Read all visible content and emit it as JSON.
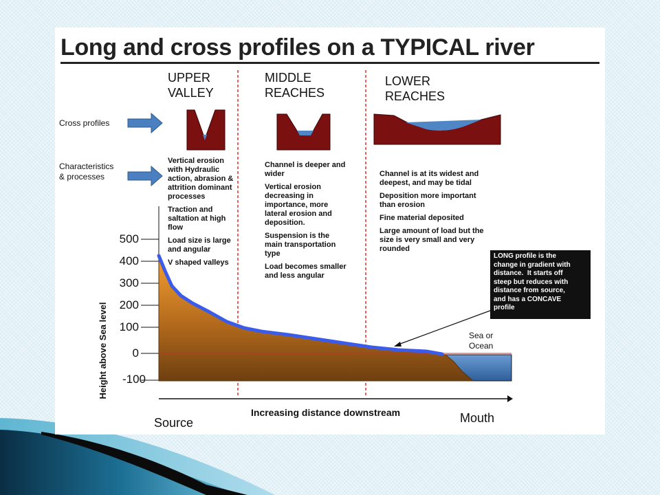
{
  "title": "Long and cross profiles on a TYPICAL river",
  "sections": {
    "upper": "UPPER\nVALLEY",
    "middle": "MIDDLE\nREACHES",
    "lower": "LOWER\nREACHES"
  },
  "side_labels": {
    "cross_profiles": "Cross profiles",
    "characteristics": "Characteristics\n& processes"
  },
  "characteristics": {
    "upper": [
      "Vertical erosion\nwith Hydraulic\naction, abrasion &\nattrition dominant\nprocesses",
      "Traction and\nsaltation at high\nflow",
      "Load size is large\nand angular",
      "V shaped valleys"
    ],
    "middle": [
      "Channel is deeper and\nwider",
      "Vertical erosion\ndecreasing in\nimportance, more\nlateral erosion and\ndeposition.",
      "Suspension is the\nmain transportation\ntype",
      "Load becomes smaller\nand less angular"
    ],
    "lower": [
      "Channel is at its widest and\ndeepest, and may be tidal",
      "Deposition more important\nthan erosion",
      "Fine material deposited",
      "Large amount of load but the\nsize is very small and very\nrounded"
    ]
  },
  "y_axis": {
    "label": "Height above Sea level",
    "ticks": [
      "500",
      "400",
      "300",
      "200",
      "100",
      "0",
      "-100"
    ]
  },
  "x_axis": {
    "label": "Increasing distance downstream",
    "start": "Source",
    "end": "Mouth"
  },
  "sea_label": "Sea or\nOcean",
  "callout": "LONG profile is the\nchange in gradient with\ndistance.  It starts off\nsteep but reduces with\ndistance from source,\nand has a CONCAVE\nprofile",
  "colors": {
    "profile_line": "#3a5ce8",
    "land_top": "#f29a2e",
    "land_bottom": "#7a4a14",
    "valley_fill": "#7a1010",
    "water": "#4f86c6",
    "divider": "#e0302a",
    "arrow_fill": "#4a7fc0"
  },
  "icons": {
    "cross_profiles_arrow": "right-arrow-icon",
    "characteristics_arrow": "right-arrow-icon"
  }
}
